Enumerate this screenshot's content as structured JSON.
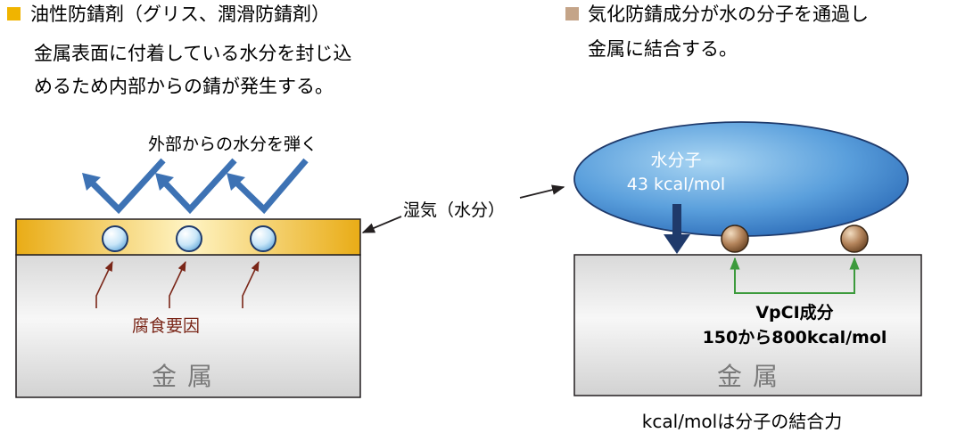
{
  "left": {
    "heading": "油性防錆剤（グリス、潤滑防錆剤）",
    "desc_line1": "金属表面に付着している水分を封じ込",
    "desc_line2": "めるため内部からの錆が発生する。",
    "bounce_label": "外部からの水分を弾く",
    "corrosion_label": "腐食要因",
    "metal_label": "金属"
  },
  "center": {
    "humidity_label": "湿気（水分）"
  },
  "right": {
    "heading_line1": "気化防錆成分が水の分子を通過し",
    "heading_line2": "金属に結合する。",
    "water_label": "水分子",
    "water_energy": "43 kcal/mol",
    "vpci_label": "VpCI成分",
    "vpci_energy": "150から800kcal/mol",
    "metal_label": "金属",
    "footnote": "kcal/molは分子の結合力"
  },
  "colors": {
    "left_bullet": "#f0b400",
    "right_bullet": "#c4a488",
    "arrow_blue": "#3d72b4",
    "dark_red": "#7a2618",
    "green": "#3c9a3c",
    "navy": "#1f3a6b"
  }
}
